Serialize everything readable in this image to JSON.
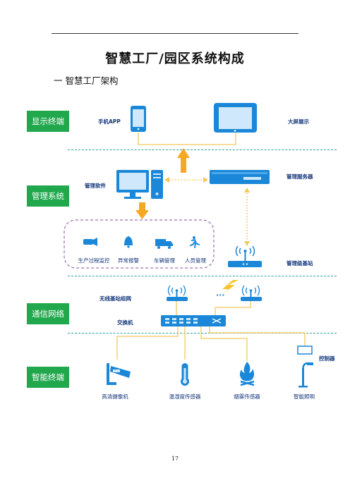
{
  "page": {
    "title": "智慧工厂/园区系统构成",
    "section_heading": "一  智慧工厂架构",
    "page_number": "17"
  },
  "layers": [
    "显示终端",
    "管理系统",
    "通信网络",
    "智能终端"
  ],
  "display": {
    "phone_label": "手机APP",
    "screen_label": "大屏展示"
  },
  "management": {
    "software_label": "管理软件",
    "server_label": "管理服务器",
    "base_station_label": "管理级基站",
    "functions": [
      "生产过程监控",
      "异常报警",
      "车辆管理",
      "人员管理"
    ]
  },
  "network": {
    "wireless_label": "无线基站组网",
    "switch_label": "交换机",
    "ellipsis": "···"
  },
  "terminals": {
    "controller_label": "控制器",
    "items": [
      "高清摄像机",
      "温湿度传感器",
      "烟雾传感器",
      "智能照明"
    ]
  },
  "colors": {
    "green": "#21a84d",
    "blue": "#1a87d8",
    "orange": "#f7a823",
    "purple": "#8a4d9e",
    "teal": "#2aa39a"
  }
}
